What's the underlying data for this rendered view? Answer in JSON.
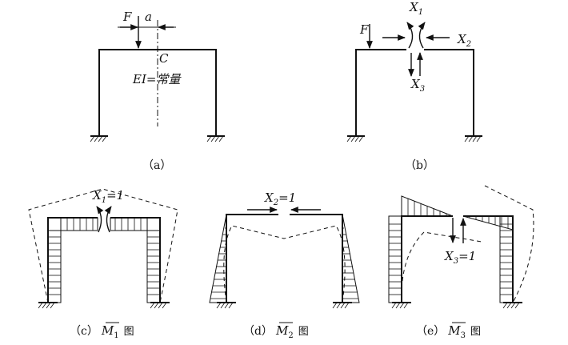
{
  "panel_a": {
    "caption": "（a）",
    "load": "F",
    "offset": "a",
    "point": "C",
    "stiffness": "EI=常量"
  },
  "panel_b": {
    "caption": "（b）",
    "load": "F",
    "x1": "X",
    "x1_sub": "1",
    "x2": "X",
    "x2_sub": "2",
    "x3": "X",
    "x3_sub": "3"
  },
  "panel_c": {
    "caption_prefix": "（c）",
    "moment_label": "M",
    "moment_sub": "1",
    "caption_suffix": "图",
    "unit_force": "X",
    "unit_sub": "1",
    "unit_value": "=1"
  },
  "panel_d": {
    "caption_prefix": "（d）",
    "moment_label": "M",
    "moment_sub": "2",
    "caption_suffix": "图",
    "unit_force": "X",
    "unit_sub": "2",
    "unit_value": "=1"
  },
  "panel_e": {
    "caption_prefix": "（e）",
    "moment_label": "M",
    "moment_sub": "3",
    "caption_suffix": "图",
    "unit_force": "X",
    "unit_sub": "3",
    "unit_value": "=1"
  }
}
